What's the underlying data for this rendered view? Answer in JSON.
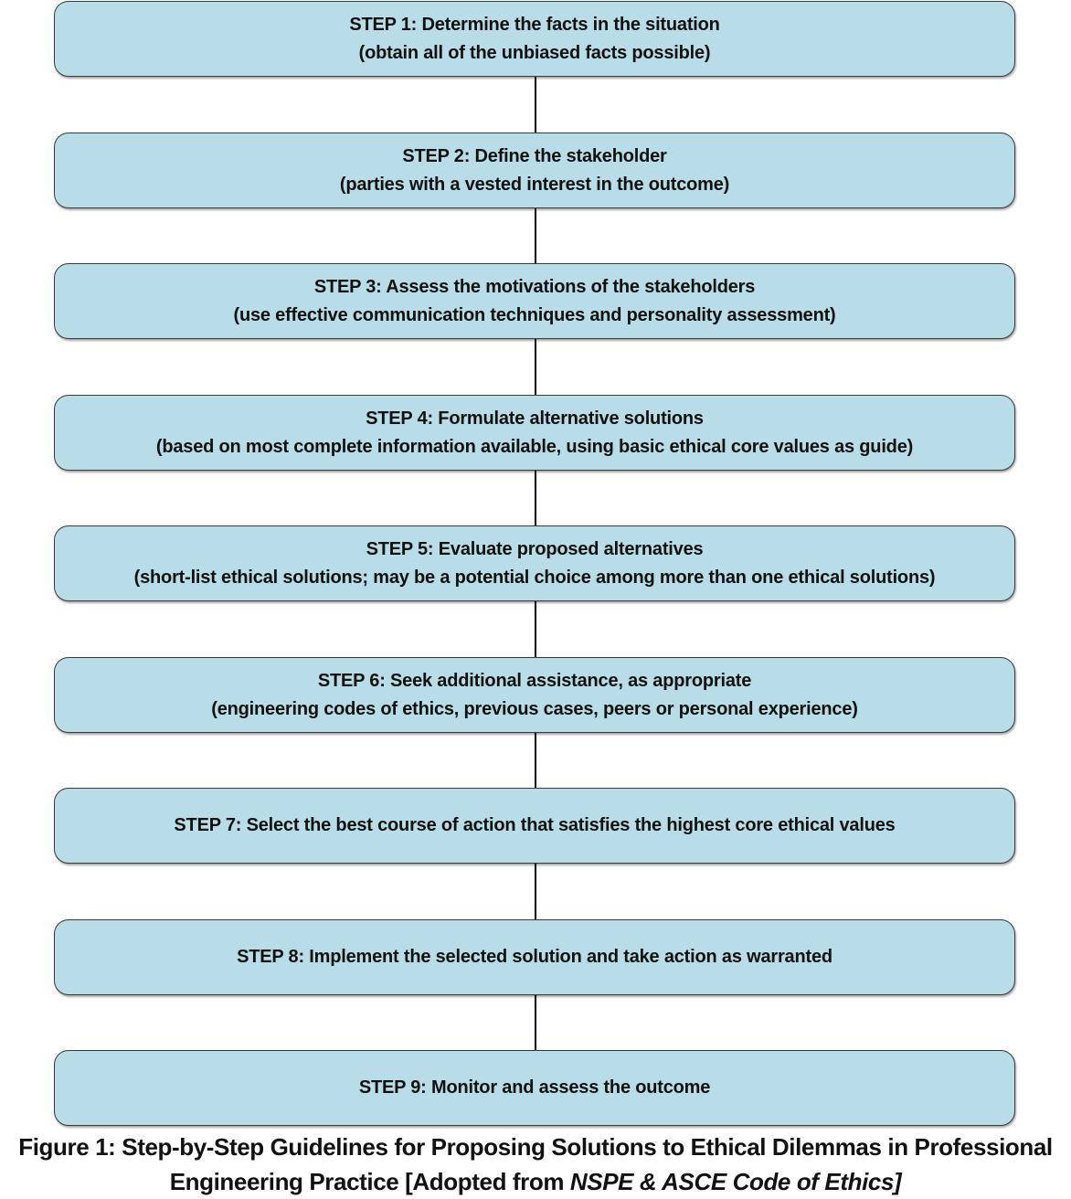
{
  "steps": [
    {
      "title": "STEP 1: Determine the facts in the situation",
      "detail": "(obtain all of the unbiased facts possible)"
    },
    {
      "title": "STEP 2: Define the stakeholder",
      "detail": "(parties with a vested interest in the outcome)"
    },
    {
      "title": "STEP 3: Assess the motivations of the stakeholders",
      "detail": "(use effective communication techniques and personality assessment)"
    },
    {
      "title": "STEP 4: Formulate alternative solutions",
      "detail": "(based on most complete information available, using basic ethical core values as guide)"
    },
    {
      "title": "STEP 5: Evaluate proposed alternatives",
      "detail": "(short-list ethical solutions; may be a potential choice among more than one ethical solutions)"
    },
    {
      "title": "STEP 6: Seek additional assistance, as appropriate",
      "detail": "(engineering codes of ethics, previous cases, peers or personal experience)"
    },
    {
      "title": "STEP 7: Select the best course of action that satisfies the highest core ethical values",
      "detail": ""
    },
    {
      "title": "STEP 8: Implement the selected solution and take action as warranted",
      "detail": ""
    },
    {
      "title": "STEP 9: Monitor and assess the outcome",
      "detail": ""
    }
  ],
  "caption": {
    "line1": "Figure 1: Step-by-Step Guidelines for Proposing Solutions to Ethical Dilemmas in Professional",
    "line2_prefix": "Engineering Practice [Adopted from ",
    "line2_italic": "NSPE & ASCE Code of Ethics]"
  },
  "colors": {
    "box_fill": "#b8dde8",
    "box_border": "#3a3a3a",
    "connector": "#000000",
    "text": "#111111"
  }
}
